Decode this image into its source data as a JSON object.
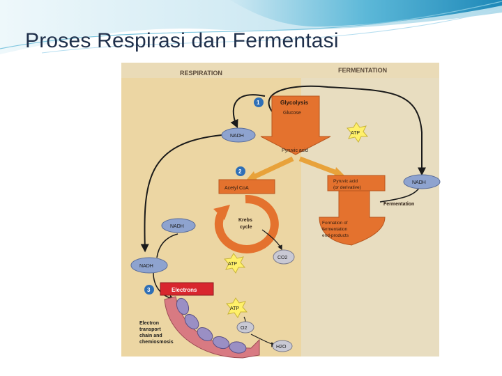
{
  "slide": {
    "title": "Proses Respirasi dan Fermentasi"
  },
  "diagram": {
    "headers": {
      "left": "RESPIRATION",
      "right": "FERMENTATION"
    },
    "steps": {
      "one": "1",
      "two": "2",
      "three": "3"
    },
    "glycolysis": {
      "title": "Glycolysis",
      "subtitle": "Glucose"
    },
    "pyruvic_acid": "Pyruvic acid",
    "pyruvic_acid_derivative": [
      "Pyruvic acid",
      "(or derivative)"
    ],
    "acetyl_coa": "Acetyl CoA",
    "krebs_cycle": [
      "Krebs",
      "cycle"
    ],
    "fermentation_label": "Fermentation",
    "fermentation_products": [
      "Formation of",
      "fermentation",
      "end-products"
    ],
    "electrons": "Electrons",
    "etc_label": [
      "Electron",
      "transport",
      "chain and",
      "chemiosmosis"
    ],
    "nadh": "NADH",
    "atp": "ATP",
    "co2": "CO2",
    "o2": "O2",
    "h2o": "H2O",
    "colors": {
      "panel_left": "#ecd6a3",
      "panel_right": "#e8ddc0",
      "orange_arrow": "#e4722e",
      "red_box": "#d8262e",
      "nadh_oval": "#8ea3cf",
      "atp_star": "#fff06a",
      "etc_band": "#d87a82",
      "etc_oval": "#9a8fc4",
      "gray_oval": "#c9c9d4"
    }
  }
}
